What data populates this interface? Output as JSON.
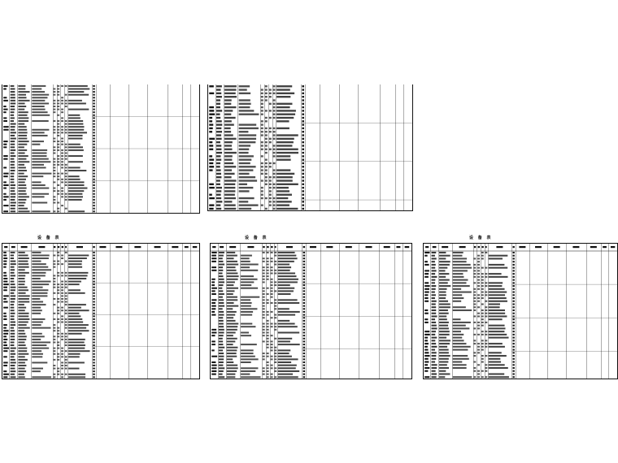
{
  "sheets": [
    {
      "id": "s1",
      "title": "",
      "header": false,
      "rows": 44,
      "dense_cols": 5,
      "code_col": true
    },
    {
      "id": "s2",
      "title": "",
      "header": false,
      "rows": 36,
      "dense_cols": 5,
      "code_col": true
    },
    {
      "id": "s3",
      "title": "设 备 表",
      "header": true,
      "rows": 44,
      "dense_cols": 5,
      "code_col": true
    },
    {
      "id": "s4",
      "title": "设 备 表",
      "header": true,
      "rows": 43,
      "dense_cols": 5,
      "code_col": true
    },
    {
      "id": "s5",
      "title": "设 备 表",
      "header": true,
      "rows": 42,
      "dense_cols": 5,
      "code_col": true
    }
  ],
  "colors": {
    "ink": "#111111",
    "paper": "#ffffff"
  }
}
